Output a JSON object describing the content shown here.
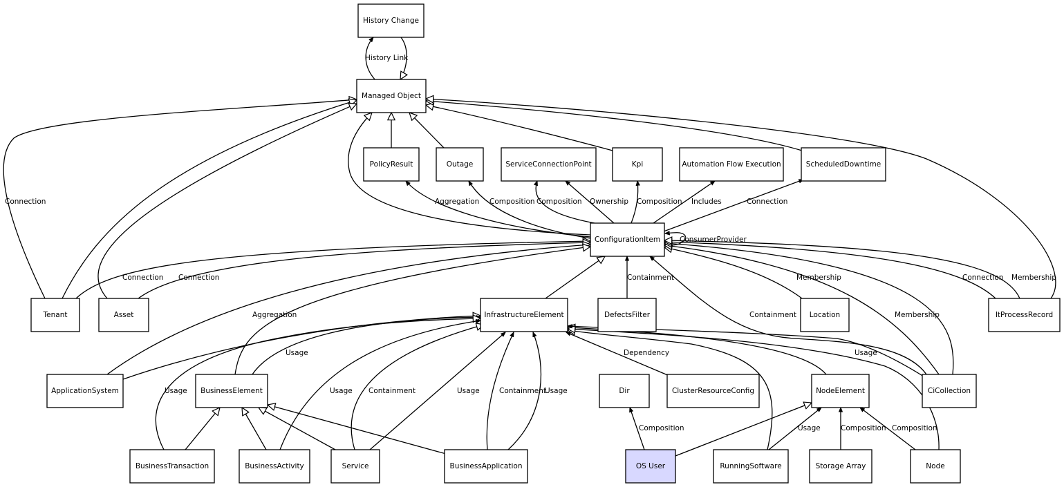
{
  "nodes": {
    "history_change": "History Change",
    "managed_object": "Managed Object",
    "policy_result": "PolicyResult",
    "outage": "Outage",
    "service_connection_point": "ServiceConnectionPoint",
    "kpi": "Kpi",
    "automation_flow_execution": "Automation Flow Execution",
    "scheduled_downtime": "ScheduledDowntime",
    "configuration_item": "ConfigurationItem",
    "tenant": "Tenant",
    "asset": "Asset",
    "infrastructure_element": "InfrastructureElement",
    "defects_filter": "DefectsFilter",
    "location": "Location",
    "it_process_record": "ItProcessRecord",
    "application_system": "ApplicationSystem",
    "business_element": "BusinessElement",
    "dir": "Dir",
    "cluster_resource_config": "ClusterResourceConfig",
    "node_element": "NodeElement",
    "ci_collection": "CiCollection",
    "business_transaction": "BusinessTransaction",
    "business_activity": "BusinessActivity",
    "service": "Service",
    "business_application": "BusinessApplication",
    "os_user": "OS User",
    "running_software": "RunningSoftware",
    "storage_array": "Storage Array",
    "node": "Node"
  },
  "edge_labels": {
    "history_link": "History Link",
    "tenant_mo": "Connection",
    "ci_policy": "Aggregation",
    "ci_outage": "Composition",
    "ci_scp_composition": "Composition",
    "ci_scp_ownership": "Ownership",
    "ci_kpi": "Composition",
    "ci_afe": "Includes",
    "ci_sd": "Connection",
    "ci_self": "ConsumerProvider",
    "tenant_ci": "Connection",
    "asset_ci": "Connection",
    "appsys_ci": "Aggregation",
    "defects_ci": "Containment",
    "location_ci": "Membership",
    "cicoll_ci_containment": "Containment",
    "cicoll_ci_membership": "Membership",
    "itpr_ci_connection": "Connection",
    "itpr_ci_membership": "Membership",
    "be_ie_usage": "Usage",
    "bt_ie_usage": "Usage",
    "ba_ie_usage": "Usage",
    "svc_ie_containment": "Containment",
    "svc_ie_usage": "Usage",
    "bapp_ie_containment": "Containment",
    "bapp_ie_usage": "Usage",
    "crc_ie": "Dependency",
    "cicoll_ie_usage": "Usage",
    "osuser_dir": "Composition",
    "rs_ne_usage": "Usage",
    "sa_ne": "Composition",
    "node_ne": "Composition"
  },
  "colors": {
    "highlight_fill": "#d8d8ff"
  }
}
